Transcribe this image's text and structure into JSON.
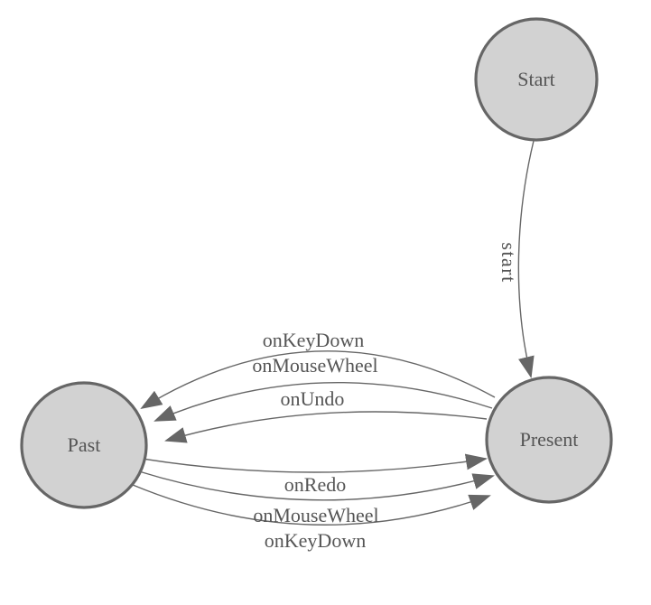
{
  "diagram_type": "state-machine",
  "colors": {
    "background": "#ffffff",
    "node_fill": "#d2d2d2",
    "line_stroke": "#666666",
    "label_text": "#555555"
  },
  "nodes": [
    {
      "label": "Start"
    },
    {
      "label": "Present"
    },
    {
      "label": "Past"
    }
  ],
  "edges": [
    {
      "label": "start",
      "from": "Start",
      "to": "Present"
    },
    {
      "label": "onKeyDown",
      "from": "Present",
      "to": "Past"
    },
    {
      "label": "onMouseWheel",
      "from": "Present",
      "to": "Past"
    },
    {
      "label": "onUndo",
      "from": "Present",
      "to": "Past"
    },
    {
      "label": "onRedo",
      "from": "Past",
      "to": "Present"
    },
    {
      "label": "onMouseWheel",
      "from": "Past",
      "to": "Present"
    },
    {
      "label": "onKeyDown",
      "from": "Past",
      "to": "Present"
    }
  ]
}
